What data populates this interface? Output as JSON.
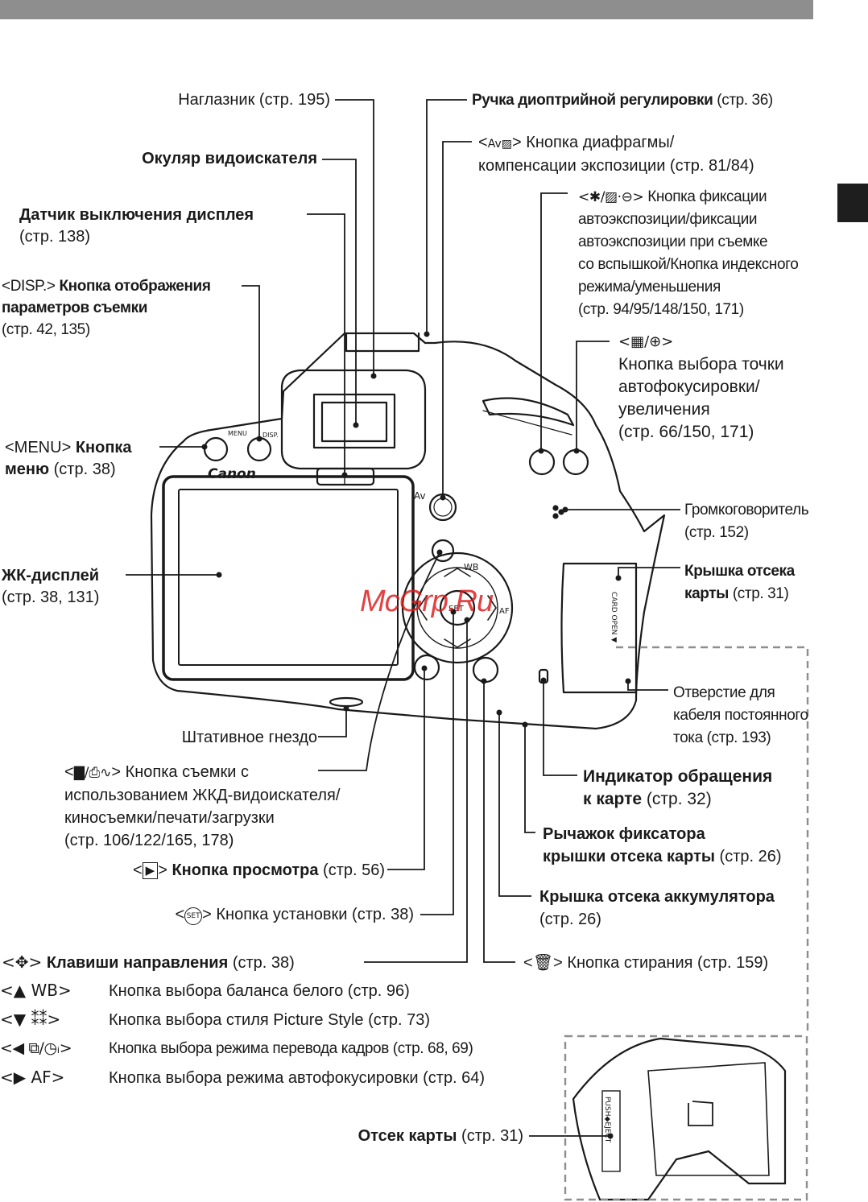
{
  "labels": {
    "eyecup": "Наглазник (стр. 195)",
    "viewfinder_bold": "Окуляр видоискателя",
    "sensor_bold": "Датчик выключения дисплея",
    "sensor_ref": "(стр. 138)",
    "disp_sym": "<DISP.>",
    "disp_bold1": "Кнопка отображения",
    "disp_bold2": "параметров съемки",
    "disp_ref": "(стр. 42, 135)",
    "menu_sym": "<MENU>",
    "menu_bold1": "Кнопка",
    "menu_bold2": "меню",
    "menu_ref": "(стр. 38)",
    "lcd_bold": "ЖК-дисплей",
    "lcd_ref": "(стр. 38, 131)",
    "diopter_bold": "Ручка диоптрийной регулировки",
    "diopter_ref": "(стр. 36)",
    "av_sym_open": "<",
    "av_sym": "Av▨",
    "av_line1": "> Кнопка диафрагмы/",
    "av_line2": "компенсации экспозиции (стр. 81/84)",
    "ae_sym": "<✱/▨·⊖>",
    "ae_line1": "Кнопка фиксации",
    "ae_line2": "автоэкспозиции/фиксации",
    "ae_line3": "автоэкспозиции при съемке",
    "ae_line4": "со вспышкой/Кнопка индексного",
    "ae_line5": "режима/уменьшения",
    "ae_line6": "(стр. 94/95/148/150, 171)",
    "af_sym": "<▦/⊕>",
    "af_line1": "Кнопка выбора точки",
    "af_line2": "автофокусировки/",
    "af_line3": "увеличения",
    "af_line4": "(стр. 66/150, 171)",
    "speaker_line1": "Громкоговоритель",
    "speaker_line2": "(стр. 152)",
    "cardcover_bold1": "Крышка отсека",
    "cardcover_bold2": "карты",
    "cardcover_ref": "(стр. 31)",
    "dc_line1": "Отверстие для",
    "dc_line2": "кабеля постоянного",
    "dc_line3": "тока (стр. 193)",
    "tripod": "Штативное гнездо",
    "lv_sym": "▇/⎙∿",
    "lv_line1": "Кнопка съемки с",
    "lv_line2": "использованием ЖКД-видоискателя/",
    "lv_line3": "киносъемки/печати/загрузки",
    "lv_line4": "(стр. 106/122/165, 178)",
    "access_bold1": "Индикатор обращения",
    "access_bold2": "к карте",
    "access_ref": "(стр. 32)",
    "lever_bold1": "Рычажок фиксатора",
    "lever_bold2": "крышки отсека карты",
    "lever_ref": "(стр. 26)",
    "play_sym": "▶",
    "play_bold": "Кнопка просмотра",
    "play_ref": "(стр. 56)",
    "battery_bold": "Крышка отсека аккумулятора",
    "battery_ref": "(стр. 26)",
    "set_sym": "SET",
    "set_text": "Кнопка установки (стр. 38)",
    "cross_sym": "<✥>",
    "cross_bold": "Клавиши направления",
    "cross_ref": "(стр. 38)",
    "erase_sym": "🗑",
    "erase_text": "Кнопка стирания (стр. 159)",
    "slot_bold": "Отсек карты",
    "slot_ref": "(стр. 31)",
    "watermark": "McGrp.Ru"
  },
  "legend": [
    {
      "key": "<▲ WB>",
      "text": "Кнопка выбора баланса белого (стр. 96)"
    },
    {
      "key": "<▼ ⁑⁑>",
      "text": "Кнопка выбора стиля Picture Style (стр. 73)"
    },
    {
      "key": "<◀ ⧉/◷ᵢ>",
      "text": "Кнопка выбора режима перевода кадров (стр. 68, 69)"
    },
    {
      "key": "<▶ AF>",
      "text": "Кнопка выбора режима автофокусировки (стр. 64)"
    }
  ],
  "camera": {
    "brand": "Canon",
    "menu_btn": "MENU",
    "disp_btn": "DISP.",
    "av_mark": "Av",
    "wb_mark": "WB",
    "set_mark": "SET",
    "af_mark": "AF",
    "card_mark": "CARD OPEN ▼",
    "slot_mark": "PUSH◆EJECT"
  },
  "colors": {
    "line": "#1a1a1a",
    "gray_bar": "#8e8e8e",
    "watermark": "#dc1919"
  }
}
